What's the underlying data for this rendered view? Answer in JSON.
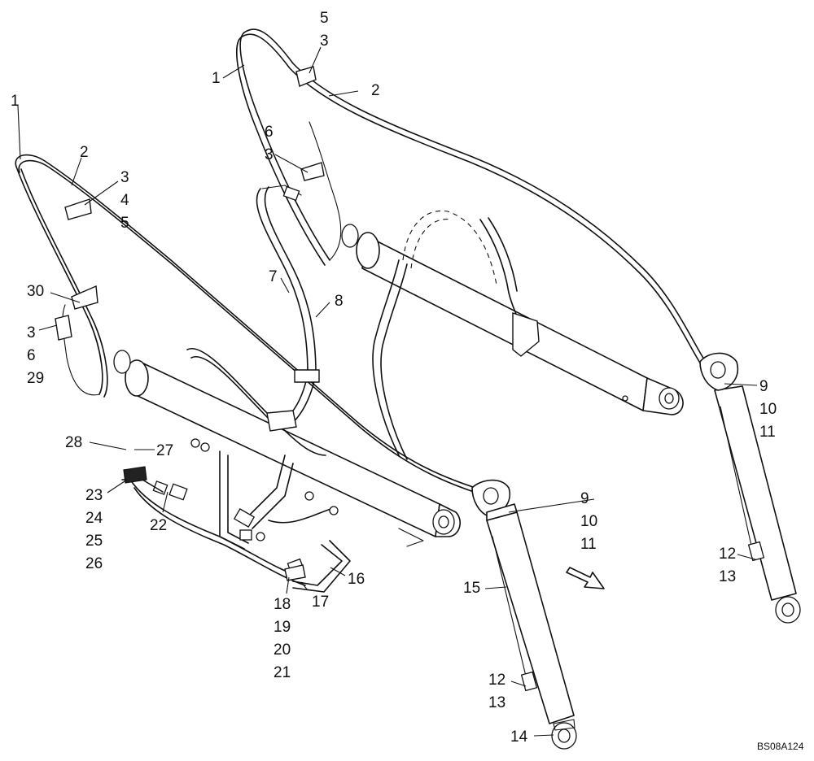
{
  "diagram": {
    "reference_code": "BS08A124",
    "callouts": [
      {
        "id": "c1a",
        "text": "1"
      },
      {
        "id": "c1b",
        "text": "1"
      },
      {
        "id": "c2a",
        "text": "2"
      },
      {
        "id": "c2b",
        "text": "2"
      },
      {
        "id": "c3a",
        "text": "3"
      },
      {
        "id": "c3b",
        "text": "3"
      },
      {
        "id": "c3c",
        "text": "3"
      },
      {
        "id": "c3d",
        "text": "3"
      },
      {
        "id": "c4",
        "text": "4"
      },
      {
        "id": "c5a",
        "text": "5"
      },
      {
        "id": "c5b",
        "text": "5"
      },
      {
        "id": "c6a",
        "text": "6"
      },
      {
        "id": "c6b",
        "text": "6"
      },
      {
        "id": "c7",
        "text": "7"
      },
      {
        "id": "c8",
        "text": "8"
      },
      {
        "id": "c9a",
        "text": "9"
      },
      {
        "id": "c9b",
        "text": "9"
      },
      {
        "id": "c10a",
        "text": "10"
      },
      {
        "id": "c10b",
        "text": "10"
      },
      {
        "id": "c11a",
        "text": "11"
      },
      {
        "id": "c11b",
        "text": "11"
      },
      {
        "id": "c12a",
        "text": "12"
      },
      {
        "id": "c12b",
        "text": "12"
      },
      {
        "id": "c13a",
        "text": "13"
      },
      {
        "id": "c13b",
        "text": "13"
      },
      {
        "id": "c14",
        "text": "14"
      },
      {
        "id": "c15",
        "text": "15"
      },
      {
        "id": "c16",
        "text": "16"
      },
      {
        "id": "c17",
        "text": "17"
      },
      {
        "id": "c18",
        "text": "18"
      },
      {
        "id": "c19",
        "text": "19"
      },
      {
        "id": "c20",
        "text": "20"
      },
      {
        "id": "c21",
        "text": "21"
      },
      {
        "id": "c22",
        "text": "22"
      },
      {
        "id": "c23",
        "text": "23"
      },
      {
        "id": "c24",
        "text": "24"
      },
      {
        "id": "c25",
        "text": "25"
      },
      {
        "id": "c26",
        "text": "26"
      },
      {
        "id": "c27",
        "text": "27"
      },
      {
        "id": "c28",
        "text": "28"
      },
      {
        "id": "c29",
        "text": "29"
      },
      {
        "id": "c30",
        "text": "30"
      }
    ]
  }
}
